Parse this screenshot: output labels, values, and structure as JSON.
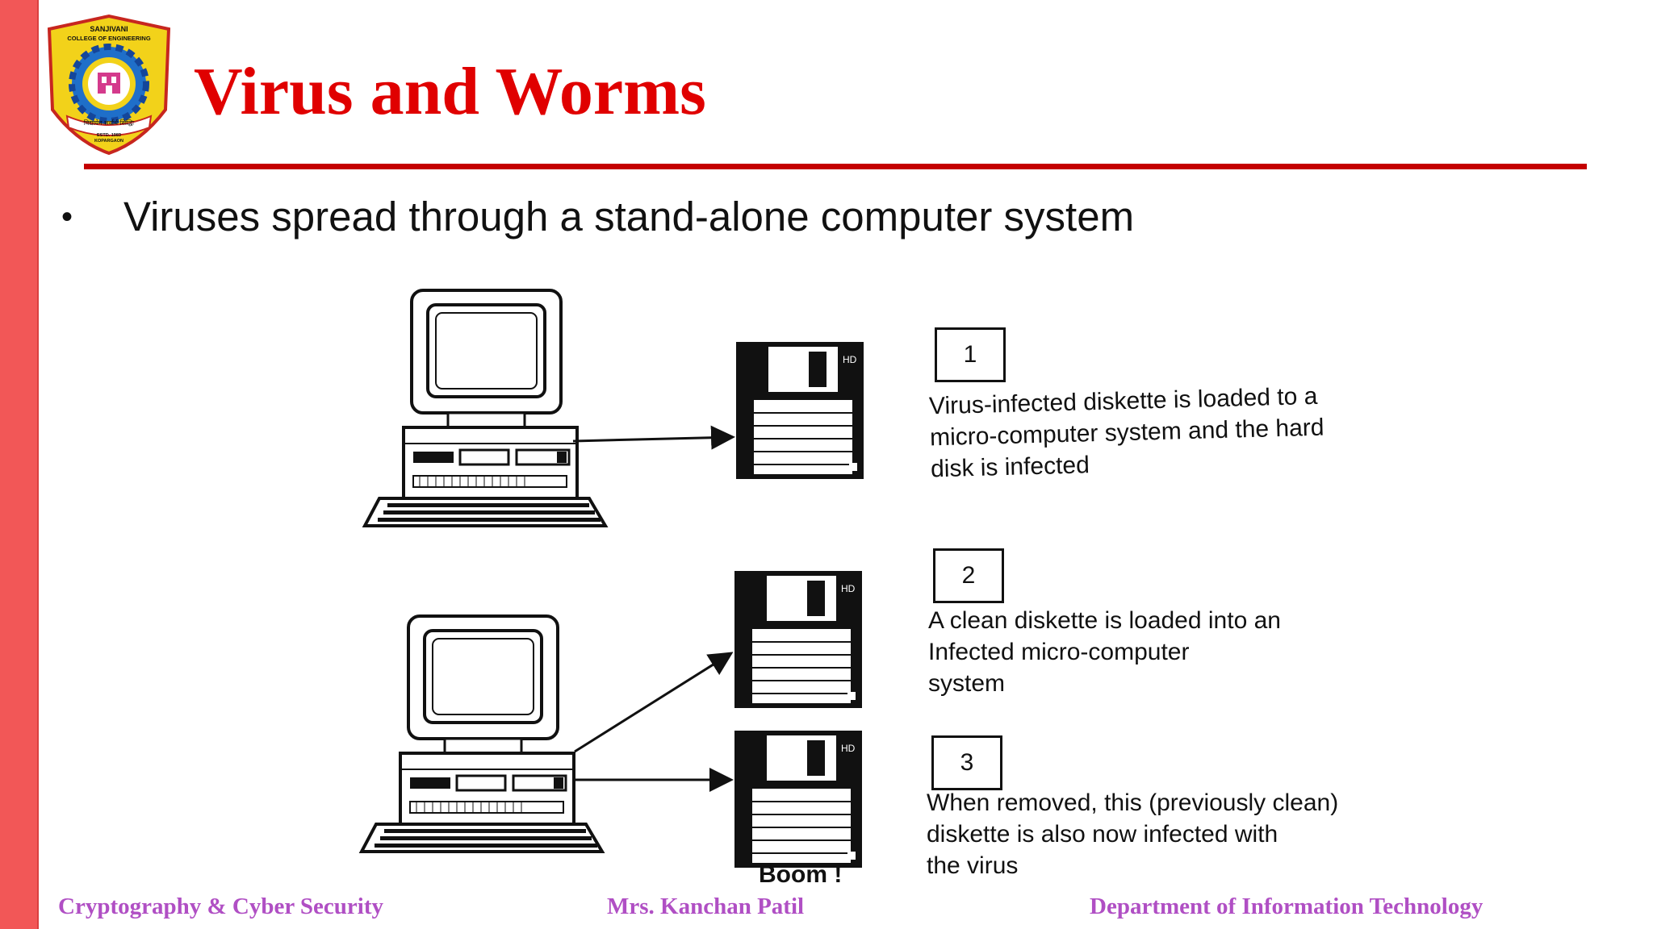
{
  "slide": {
    "title": "Virus and Worms",
    "bullet": "Viruses spread through a stand-alone computer system",
    "colors": {
      "accent_red": "#e00000",
      "sidebar": "#f25757",
      "footer": "#b04fc4"
    }
  },
  "logo": {
    "line1": "SANJIVANI",
    "line2": "COLLEGE OF ENGINEERING",
    "banner": "विद्यायेन सर्वार्थ सिद्धिः",
    "estd": "ESTD. 1983",
    "place": "KOPARGAON"
  },
  "figure": {
    "disk_label": "HD",
    "steps": [
      {
        "number": "1",
        "text": "Virus-infected diskette is loaded to a\nmicro-computer system and the hard\ndisk is infected"
      },
      {
        "number": "2",
        "text": "A clean diskette is loaded into an\nInfected micro-computer\nsystem"
      },
      {
        "number": "3",
        "text": "When removed, this (previously clean)\ndiskette is also now infected with\nthe virus"
      }
    ],
    "boom": "Boom !"
  },
  "footer": {
    "course": "Cryptography & Cyber Security",
    "author": "Mrs. Kanchan Patil",
    "department": "Department of Information Technology"
  }
}
